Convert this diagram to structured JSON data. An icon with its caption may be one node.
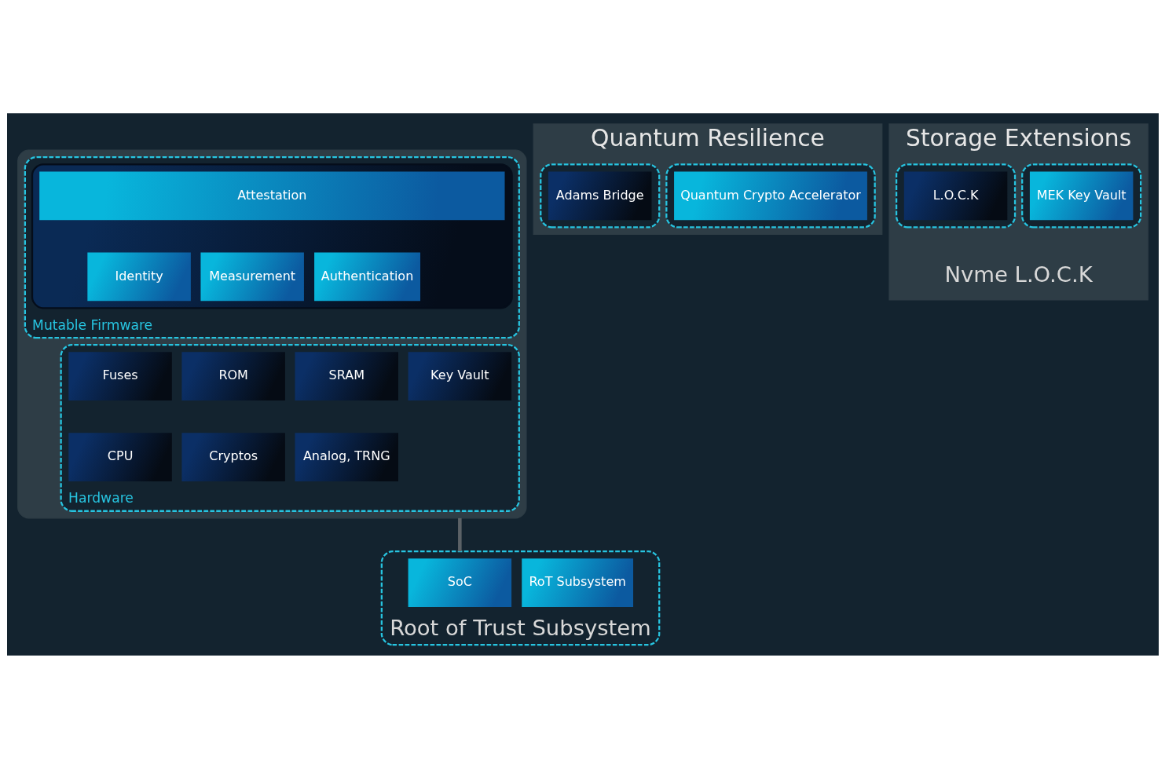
{
  "diagram": {
    "nodes": [
      {
        "text": [],
        "shape": "box"
      },
      {
        "text": [
          "Mutable Firmware"
        ],
        "in": 0
      },
      {
        "text": [],
        "shape": "box",
        "in": 1
      },
      {
        "text": [
          "Attestation"
        ],
        "in": 2
      },
      {
        "text": [
          "Identity"
        ],
        "in": 2
      },
      {
        "text": [
          "Measurement"
        ],
        "in": 2
      },
      {
        "text": [
          "Authentication"
        ],
        "in": 2
      },
      {
        "text": [
          "Hardware"
        ],
        "in": 0
      },
      {
        "text": [
          "Fuses"
        ],
        "in": 7
      },
      {
        "text": [
          "ROM"
        ],
        "in": 7
      },
      {
        "text": [
          "SRAM"
        ],
        "in": 7
      },
      {
        "text": [
          "CPU"
        ],
        "in": 7
      },
      {
        "text": [
          "Cryptos"
        ],
        "in": 7
      },
      {
        "text": [
          "Analog, TRNG"
        ],
        "in": 7
      },
      {
        "text": [
          "Key Vault"
        ],
        "in": 7
      },
      {
        "text": [
          "Quantum Resilience"
        ]
      },
      {
        "text": [],
        "shape": "box",
        "in": 15
      },
      {
        "text": [
          "Quantum Crypto Accelerator"
        ],
        "in": 16
      },
      {
        "text": [],
        "shape": "box",
        "in": 15
      },
      {
        "text": [
          "Adams Bridge"
        ],
        "in": 18
      },
      {
        "text": [
          "Storage Extensions",
          "Nvme L.O.C.K"
        ]
      },
      {
        "text": [],
        "shape": "box",
        "in": 20
      },
      {
        "text": [
          "MEK Key Vault"
        ],
        "in": 21
      },
      {
        "text": [],
        "shape": "box",
        "in": 20
      },
      {
        "text": [
          "L.O.C.K"
        ],
        "in": 23
      },
      {
        "text": [],
        "shape": "box",
        "beside": [
          "Root of Trust Subsystem"
        ]
      },
      {
        "text": [
          "SoC"
        ],
        "in": 25
      },
      {
        "text": [
          "RoT Subsystem"
        ],
        "in": 25
      }
    ],
    "edges": [
      {
        "from": 0,
        "to": 25,
        "arrow": "none"
      }
    ]
  }
}
